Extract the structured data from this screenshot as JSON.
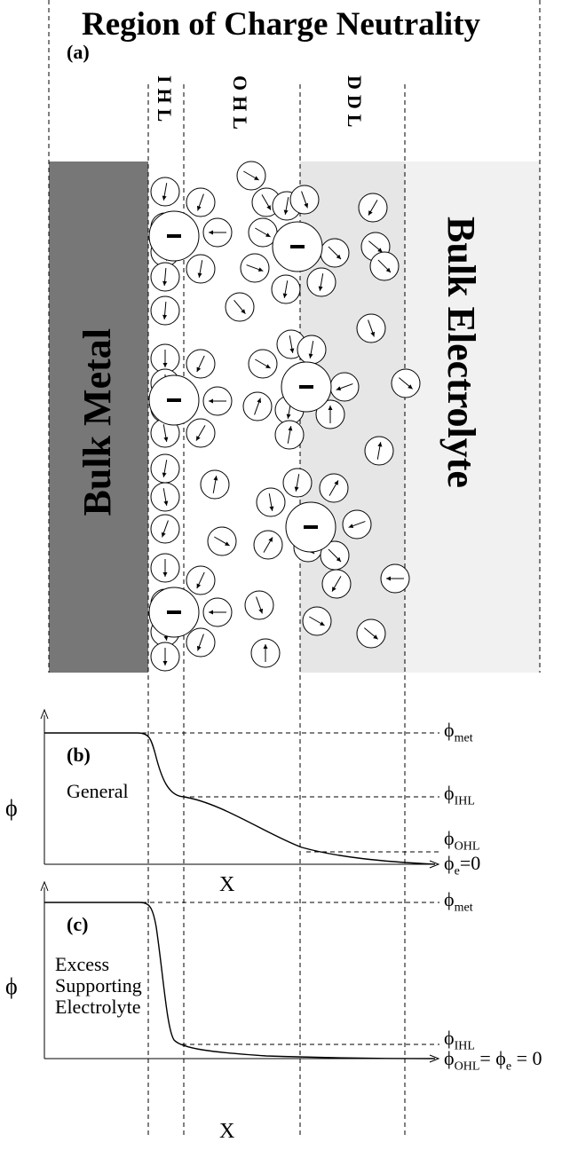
{
  "title": "Region of Charge Neutrality",
  "panel_a": {
    "label": "(a)",
    "layers": [
      "IHL",
      "OHL",
      "DDL"
    ],
    "bulk_metal": "Bulk Metal",
    "bulk_electrolyte": "Bulk Electrolyte",
    "ion_symbol": "−"
  },
  "panel_b": {
    "label": "(b)",
    "description": "General",
    "y_axis": "ϕ",
    "x_axis": "X",
    "levels": {
      "met": {
        "phi": "ϕ",
        "sub": "met",
        "rest": ""
      },
      "ihl": {
        "phi": "ϕ",
        "sub": "IHL",
        "rest": ""
      },
      "ohl": {
        "phi": "ϕ",
        "sub": "OHL",
        "rest": ""
      },
      "e": {
        "phi": "ϕ",
        "sub": "e",
        "rest": "=0"
      }
    }
  },
  "panel_c": {
    "label": "(c)",
    "description_lines": [
      "Excess",
      "Supporting",
      "Electrolyte"
    ],
    "y_axis": "ϕ",
    "x_axis": "X",
    "levels": {
      "met": {
        "phi": "ϕ",
        "sub": "met",
        "rest": ""
      },
      "ihl": {
        "phi": "ϕ",
        "sub": "IHL",
        "rest": ""
      },
      "ohl": {
        "phi": "ϕ",
        "sub": "OHL",
        "rest": "= ϕ",
        "sub2": "e",
        "rest2": " = 0"
      }
    }
  },
  "colors": {
    "metal": "#777777",
    "electrolyte_bulk": "#f1f1f1",
    "ddl": "#e6e6e6"
  }
}
